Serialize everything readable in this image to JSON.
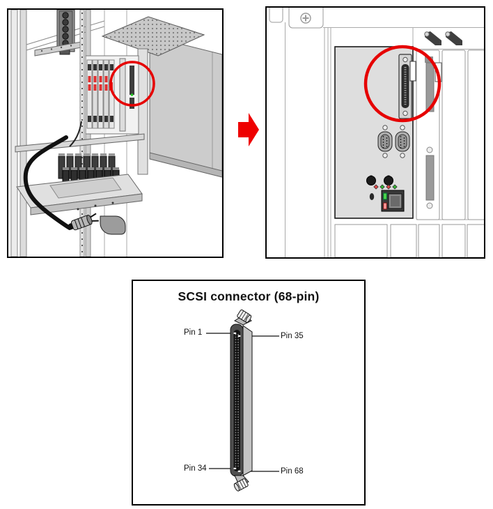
{
  "figures": {
    "rack": {
      "highlight_color": "#e60000"
    },
    "arrow": {
      "direction": "right",
      "color": "#ee0000"
    },
    "io_panel": {
      "highlight_color": "#e60000"
    },
    "connector": {
      "title": "SCSI connector (68-pin)",
      "pins": [
        {
          "label": "Pin 1"
        },
        {
          "label": "Pin 35"
        },
        {
          "label": "Pin 34"
        },
        {
          "label": "Pin 68"
        }
      ]
    }
  },
  "colors": {
    "highlight_red": "#e60000",
    "arrow_red": "#ee0000",
    "led_green": "#35b535",
    "led_red": "#e04848",
    "panel_gray": "#dedede",
    "outline": "#1a1a1a"
  }
}
